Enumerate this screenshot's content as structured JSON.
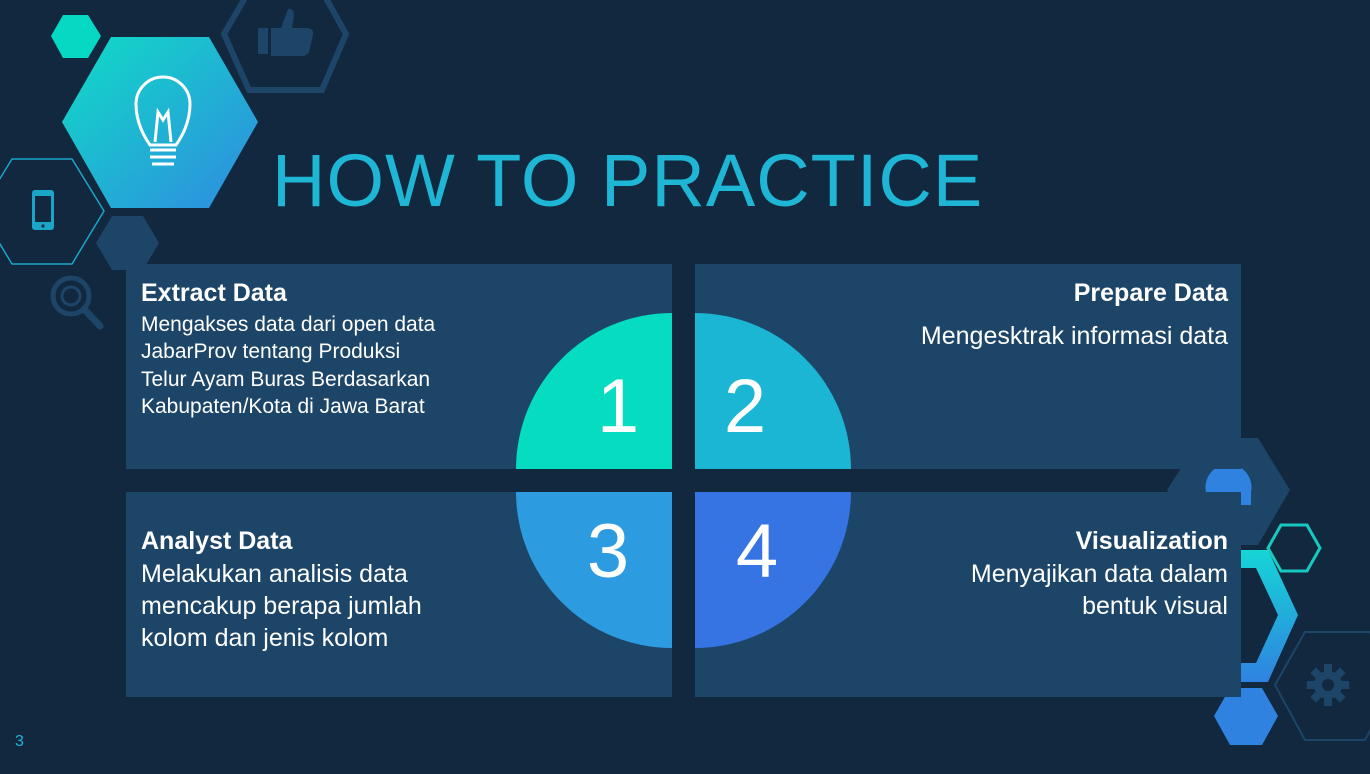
{
  "title": "HOW TO PRACTICE",
  "steps": [
    {
      "number": "1",
      "heading": "Extract Data",
      "lines": [
        "Mengakses data dari open data",
        "JabarProv tentang Produksi",
        "Telur Ayam Buras Berdasarkan",
        "Kabupaten/Kota di Jawa Barat"
      ],
      "color": "#05dcc0"
    },
    {
      "number": "2",
      "heading": "Prepare Data",
      "lines": [
        "Mengesktrak informasi data"
      ],
      "color": "#1ab6d4"
    },
    {
      "number": "3",
      "heading": "Analyst Data",
      "lines": [
        "Melakukan analisis data",
        "mencakup berapa jumlah",
        "kolom dan jenis kolom"
      ],
      "color": "#2d9be0"
    },
    {
      "number": "4",
      "heading": "Visualization",
      "lines": [
        "Menyajikan data dalam",
        "bentuk visual"
      ],
      "color": "#3574e2"
    }
  ],
  "page_number": "3",
  "colors": {
    "background": "#11283f",
    "panel": "#1c4568",
    "accent": "#1fb6d6"
  },
  "icons": [
    "lightbulb-icon",
    "thumbs-up-icon",
    "smartphone-icon",
    "magnifier-icon",
    "gear-icon"
  ]
}
